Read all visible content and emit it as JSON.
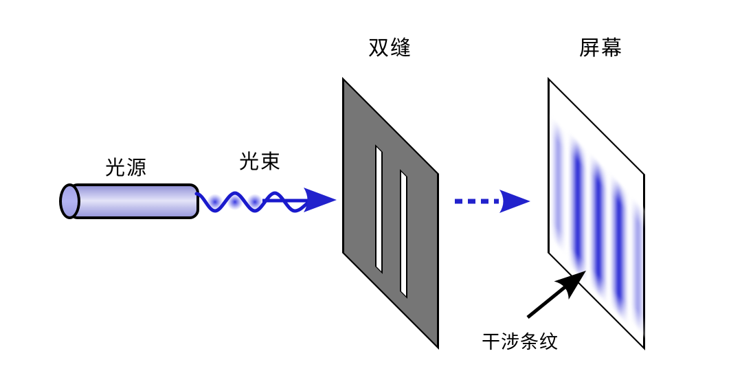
{
  "labels": {
    "light_source": "光源",
    "light_beam": "光束",
    "double_slit": "双缝",
    "screen": "屏幕",
    "interference_fringes": "干涉条纹"
  },
  "colors": {
    "beam_blue": "#1a1acc",
    "arrow_blue": "#2222cc",
    "slit_panel_gray": "#767676",
    "cylinder_fill": "#b8b8ec",
    "fringe_blue_core": "#1b1bd0",
    "outline_black": "#000000",
    "background": "#ffffff"
  },
  "icons": {
    "beam_wave": "sine-wave-icon",
    "beam_arrow": "solid-arrow-right-icon",
    "propagation_arrow": "dashed-arrow-right-icon",
    "fringe_pointer": "black-arrow-pointer-icon"
  },
  "slits": {
    "count": 2
  },
  "fringes": {
    "count": 5,
    "relative_intensity": [
      0.45,
      1,
      1,
      1,
      0.45
    ]
  }
}
